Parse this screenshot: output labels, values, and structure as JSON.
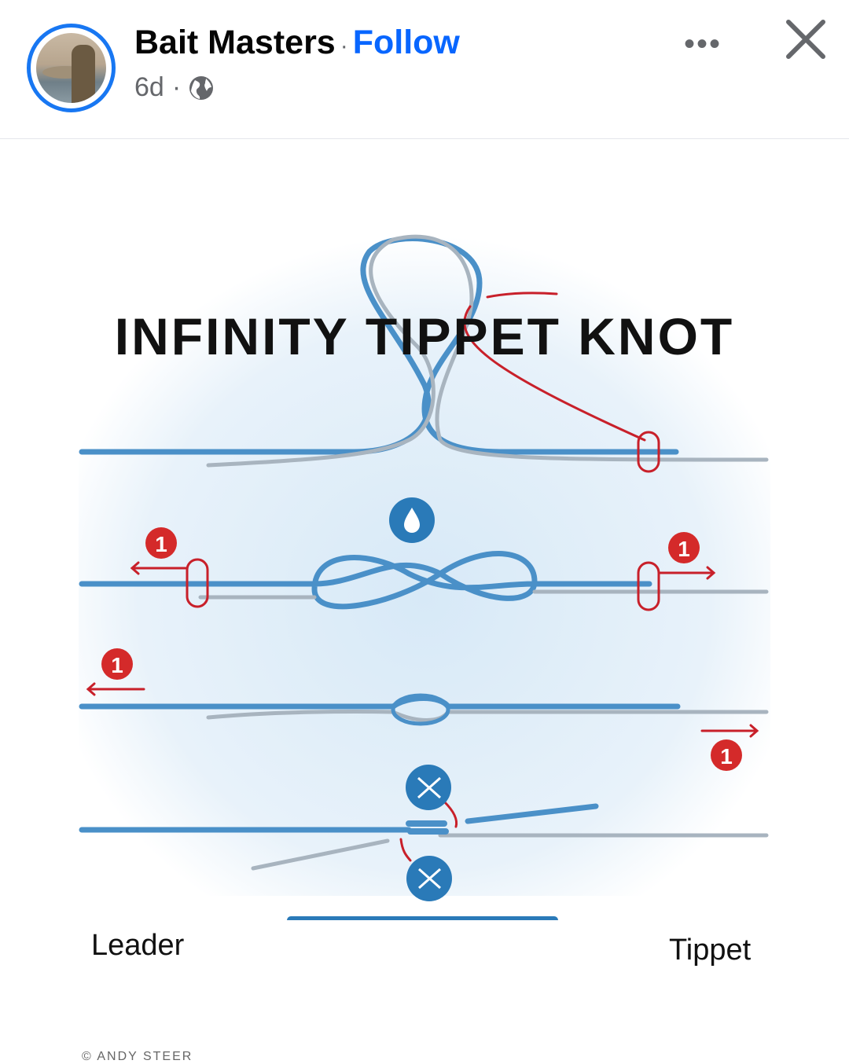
{
  "post": {
    "page_name": "Bait Masters",
    "separator": "·",
    "follow_label": "Follow",
    "time": "6d",
    "time_separator": "·",
    "privacy_icon": "globe-icon",
    "more_label": "•••"
  },
  "image": {
    "title": "INFINITY TIPPET KNOT",
    "labels": {
      "leader": "Leader",
      "tippet": "Tippet"
    },
    "step_badge": "1",
    "credit": "© ANDY STEER"
  },
  "colors": {
    "accent": "#0866ff",
    "line_blue": "#4a90c8",
    "red": "#c8202a"
  }
}
